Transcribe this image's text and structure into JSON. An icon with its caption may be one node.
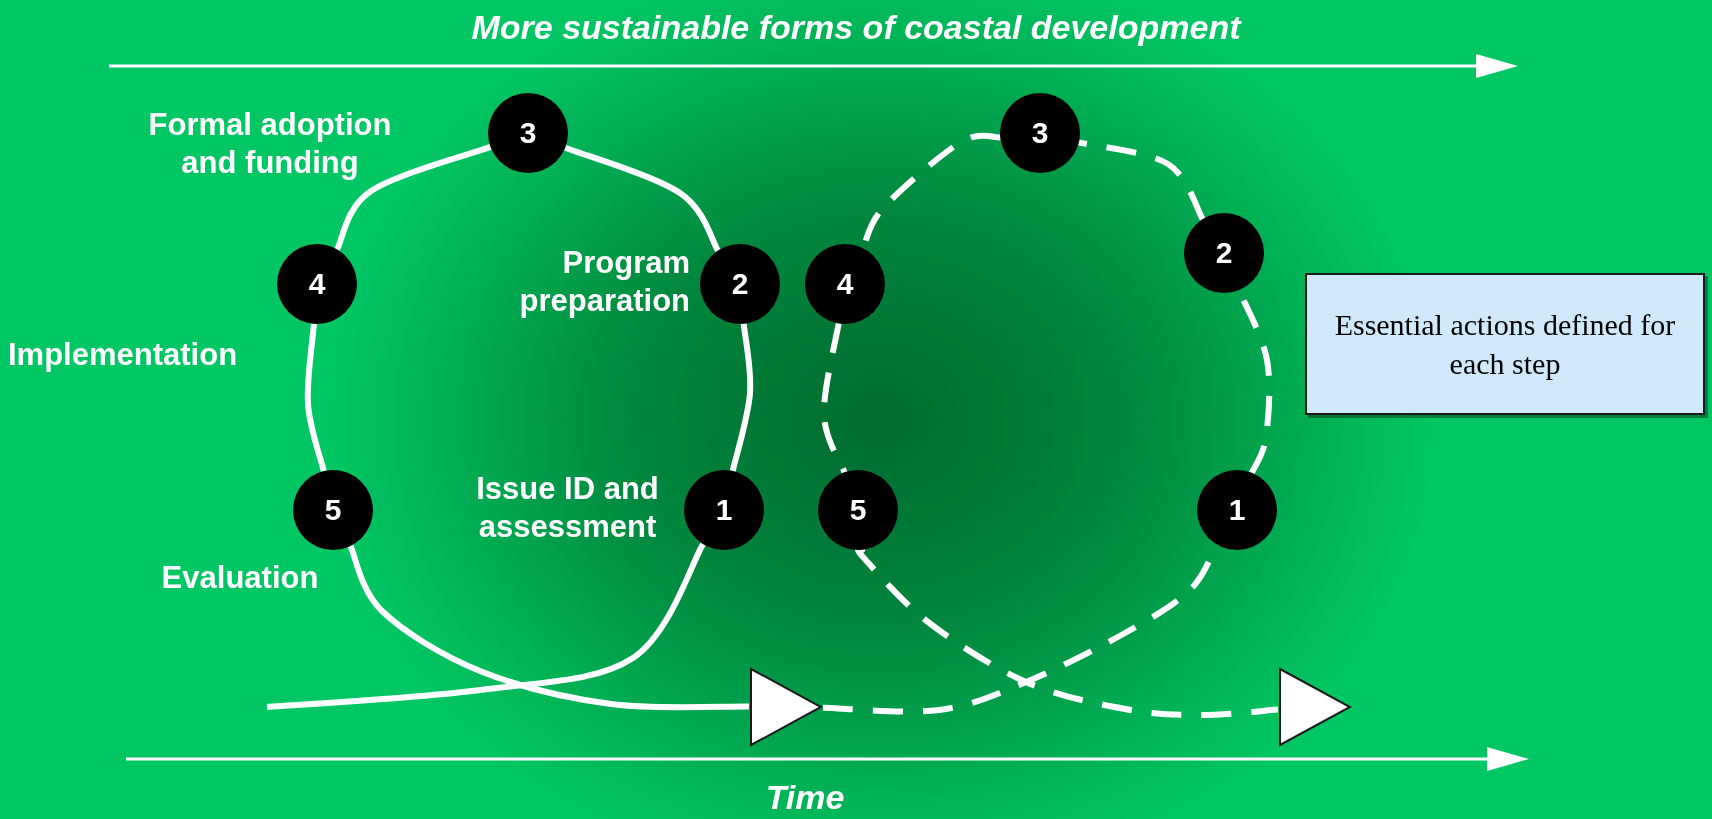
{
  "diagram": {
    "title": "More sustainable forms of coastal development",
    "nodes": [
      {
        "text": [
          "1"
        ],
        "beside": [
          "Issue ID and assessment"
        ]
      },
      {
        "text": [
          "2"
        ],
        "beside": [
          "Program preparation"
        ]
      },
      {
        "text": [
          "3"
        ],
        "beside": [
          "Formal adoption and funding"
        ]
      },
      {
        "text": [
          "4"
        ],
        "beside": [
          "Implementation"
        ]
      },
      {
        "text": [
          "5"
        ],
        "beside": [
          "Evaluation"
        ]
      },
      {
        "text": [
          "1"
        ]
      },
      {
        "text": [
          "2"
        ]
      },
      {
        "text": [
          "3"
        ]
      },
      {
        "text": [
          "4"
        ]
      },
      {
        "text": [
          "5"
        ]
      },
      {
        "text": [],
        "shape": "triangle"
      },
      {
        "text": [],
        "shape": "triangle"
      },
      {
        "text": [
          "Essential actions defined for each step"
        ]
      }
    ],
    "edges": [
      {
        "from": null,
        "to": 0,
        "arrow": "none"
      },
      {
        "from": 0,
        "to": 1,
        "arrow": "none"
      },
      {
        "from": 1,
        "to": 2,
        "arrow": "none"
      },
      {
        "from": 2,
        "to": 3,
        "arrow": "none"
      },
      {
        "from": 3,
        "to": 4,
        "arrow": "none"
      },
      {
        "from": 4,
        "to": 10,
        "arrow": "none"
      },
      {
        "from": 10,
        "to": 5,
        "arrow": "none",
        "style": "dashed"
      },
      {
        "from": 5,
        "to": 6,
        "arrow": "none",
        "style": "dashed"
      },
      {
        "from": 6,
        "to": 7,
        "arrow": "none",
        "style": "dashed"
      },
      {
        "from": 7,
        "to": 8,
        "arrow": "none",
        "style": "dashed"
      },
      {
        "from": 8,
        "to": 9,
        "arrow": "none",
        "style": "dashed"
      },
      {
        "from": 9,
        "to": 11,
        "arrow": "none",
        "style": "dashed"
      }
    ],
    "labels": [
      "Time"
    ]
  }
}
